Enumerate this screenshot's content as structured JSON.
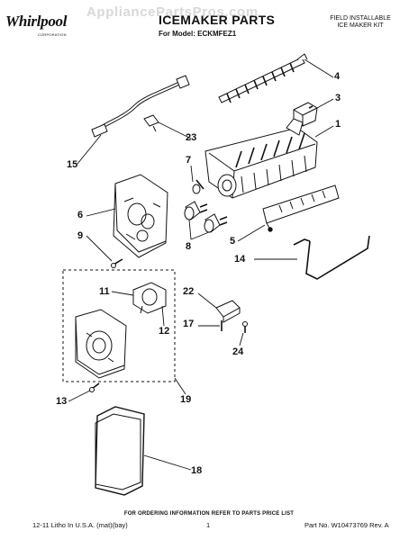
{
  "header": {
    "brand": "Whirlpool",
    "brand_sub": "CORPORATION",
    "title": "ICEMAKER PARTS",
    "model_line": "For Model: ECKMFEZ1",
    "kit_line1": "FIELD INSTALLABLE",
    "kit_line2": "ICE MAKER KIT",
    "watermark": "AppliancePartsPros.com"
  },
  "callouts": {
    "c1": "1",
    "c3": "3",
    "c4": "4",
    "c5": "5",
    "c6": "6",
    "c7": "7",
    "c8": "8",
    "c9": "9",
    "c11": "11",
    "c12": "12",
    "c13": "13",
    "c14": "14",
    "c15": "15",
    "c17": "17",
    "c18": "18",
    "c19": "19",
    "c22": "22",
    "c23": "23",
    "c24": "24"
  },
  "footer": {
    "note": "FOR ORDERING INFORMATION REFER TO PARTS PRICE LIST",
    "left": "12-11 Litho In U.S.A. (mat)(bay)",
    "page": "1",
    "right": "Part No. W10473769 Rev. A"
  }
}
